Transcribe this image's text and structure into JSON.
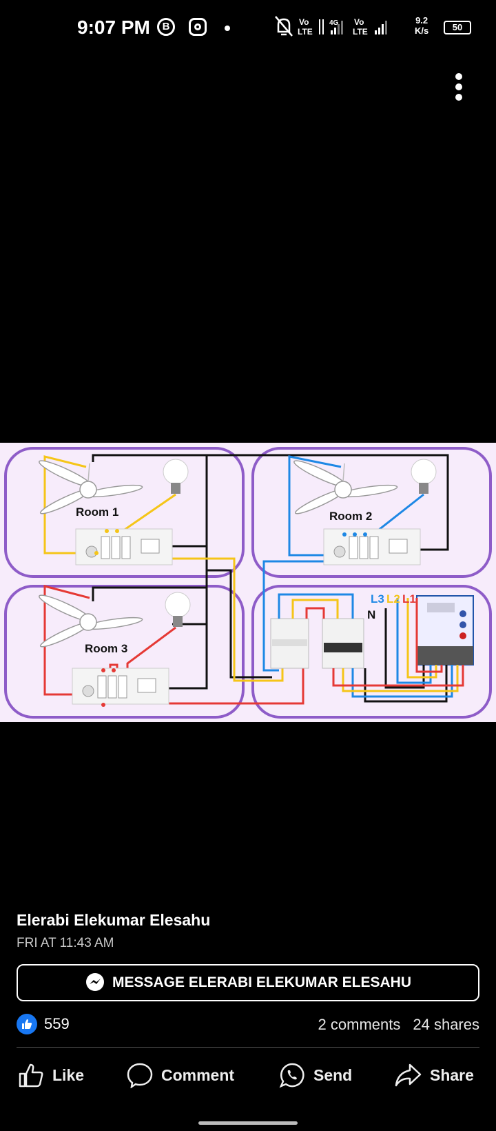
{
  "status_bar": {
    "time": "9:07 PM",
    "b_icon_letter": "B",
    "volte_1": "Vo\nLTE",
    "net_4g": "4G",
    "volte_2": "Vo\nLTE",
    "net_speed_value": "9.2",
    "net_speed_unit": "K/s",
    "battery": "50"
  },
  "photo": {
    "room1": "Room 1",
    "room2": "Room 2",
    "room3": "Room 3",
    "phase_l3": "L3",
    "phase_l2": "L2",
    "phase_l1": "L1",
    "neutral": "N",
    "colors": {
      "yellow": "#f5c518",
      "blue": "#1e88e5",
      "red": "#e53935",
      "purple": "#8e5cc8",
      "black": "#111111"
    }
  },
  "post": {
    "author": "Elerabi Elekumar Elesahu",
    "timestamp": "FRI AT 11:43 AM",
    "message_button": "MESSAGE ELERABI ELEKUMAR ELESAHU",
    "like_count": "559",
    "comments": "2 comments",
    "shares": "24 shares"
  },
  "actions": {
    "like": "Like",
    "comment": "Comment",
    "send": "Send",
    "share": "Share"
  }
}
